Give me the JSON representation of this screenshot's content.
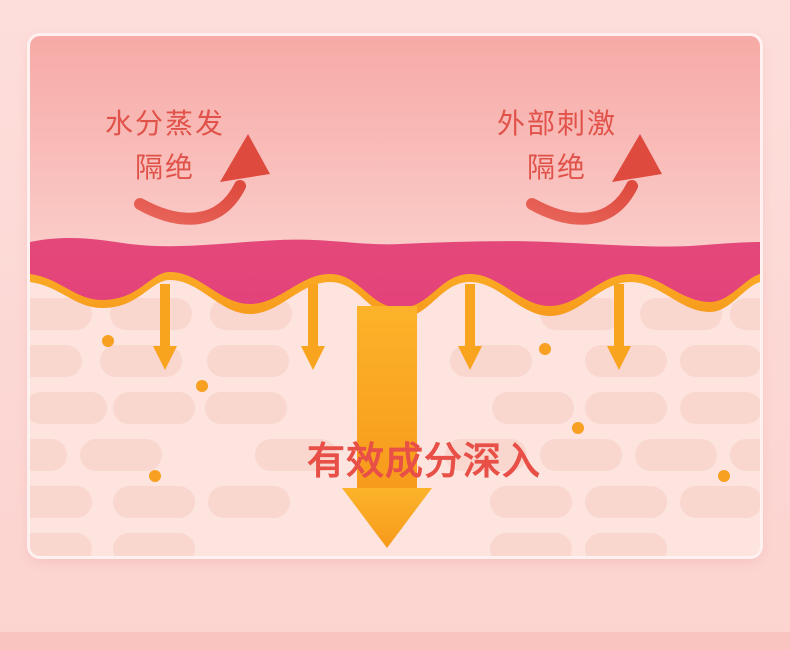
{
  "labels": {
    "left": {
      "line1": "水分蒸发",
      "line2": "隔绝"
    },
    "right": {
      "line1": "外部刺激",
      "line2": "隔绝"
    },
    "center": "有效成分深入"
  },
  "colors": {
    "outer_background": "#fcd6d3",
    "sky_top": "#f7aaa6",
    "sky_bottom": "#fde8e6",
    "skin_layer": "#e4487a",
    "gold_border": "#f9a524",
    "cells": "#f9d7ce",
    "arrow": "#f9a41f",
    "curved_arrow": "#e25a4a",
    "text": "#e0524a"
  },
  "icons": [
    "curved-arrow-left-icon",
    "curved-arrow-right-icon",
    "down-arrow-icon",
    "big-down-arrow-icon",
    "dot-icon"
  ]
}
